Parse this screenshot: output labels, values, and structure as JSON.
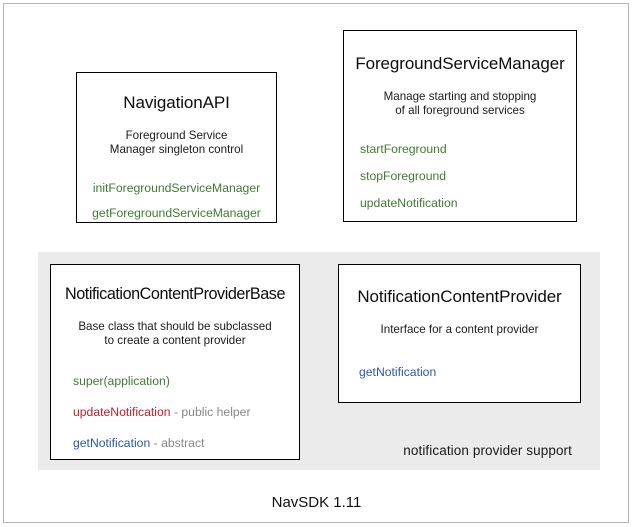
{
  "diagram": {
    "footer_label": "NavSDK 1.11",
    "group_panel": {
      "caption": "notification provider support",
      "background": "#ebebeb"
    },
    "colors": {
      "method_green": "#3f7a33",
      "method_blue": "#2b58aa",
      "method_red": "#bf2026",
      "method_note_gray": "#878787",
      "box_border": "#000000",
      "frame_border": "#b4b4b4"
    },
    "boxes": [
      {
        "id": "navigation-api",
        "title": "NavigationAPI",
        "description_line1": "Foreground Service",
        "description_line2": "Manager singleton control",
        "methods": [
          {
            "name": "initForegroundServiceManager",
            "note": ""
          },
          {
            "name": "getForegroundServiceManager",
            "note": ""
          }
        ]
      },
      {
        "id": "foreground-service-manager",
        "title": "ForegroundServiceManager",
        "description_line1": "Manage starting and stopping",
        "description_line2": "of all foreground services",
        "methods": [
          {
            "name": "startForeground",
            "note": ""
          },
          {
            "name": "stopForeground",
            "note": ""
          },
          {
            "name": "updateNotification",
            "note": ""
          }
        ]
      },
      {
        "id": "notification-content-provider-base",
        "title": "NotificationContentProviderBase",
        "description_line1": "Base class that should be subclassed",
        "description_line2": "to create a content provider",
        "methods": [
          {
            "name": "super(application)",
            "note": ""
          },
          {
            "name": "updateNotification",
            "note": " - public helper"
          },
          {
            "name": "getNotification",
            "note": " - abstract"
          }
        ]
      },
      {
        "id": "notification-content-provider",
        "title": "NotificationContentProvider",
        "description_line1": "Interface for a content provider",
        "description_line2": "",
        "methods": [
          {
            "name": "getNotification",
            "note": ""
          }
        ]
      }
    ]
  }
}
